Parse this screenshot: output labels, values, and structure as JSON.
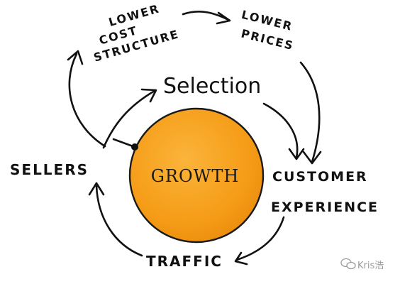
{
  "diagram": {
    "nodes": {
      "lower_cost_structure": [
        "LOWER",
        "COST",
        "STRUCTURE"
      ],
      "lower_prices": [
        "LOWER",
        "PRICES"
      ],
      "selection": "Selection",
      "sellers": "SELLERS",
      "growth": "GROWTH",
      "customer_experience": [
        "CUSTOMER",
        "EXPERIENCE"
      ],
      "traffic": "TRAFFIC"
    },
    "colors": {
      "growth_fill": "#f7a21b",
      "growth_stroke": "#1a1a1a",
      "ink": "#111111"
    }
  },
  "watermark": {
    "text": "Kris浩",
    "icon": "wechat-icon"
  }
}
